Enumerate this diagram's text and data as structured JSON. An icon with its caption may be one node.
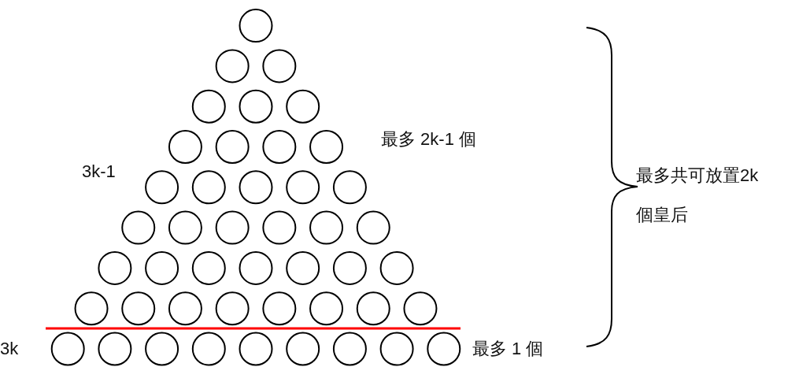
{
  "diagram": {
    "labels": [
      "最多 2k-1 個",
      "3k-1",
      "最多共可放置2k 個皇后",
      "3k",
      "最多 1 個"
    ]
  }
}
